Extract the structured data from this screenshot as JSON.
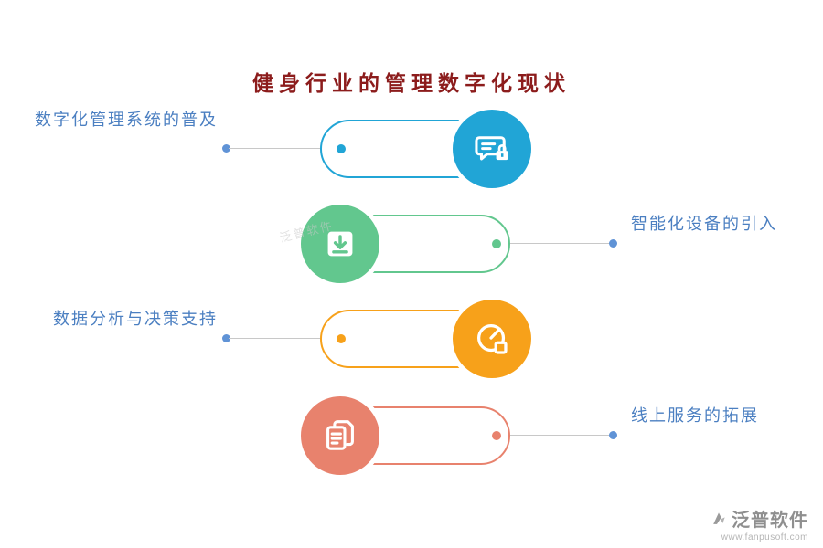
{
  "title": "健身行业的管理数字化现状",
  "title_color": "#8c1c1c",
  "label_color": "#4b7fc1",
  "connector_dot_color": "#6093d6",
  "items": [
    {
      "label": "数字化管理系统的普及",
      "color": "#21a5d6",
      "side": "left",
      "icon": "chat-lock-icon"
    },
    {
      "label": "智能化设备的引入",
      "color": "#62c78e",
      "side": "right",
      "icon": "box-download-icon"
    },
    {
      "label": "数据分析与决策支持",
      "color": "#f7a11a",
      "side": "left",
      "icon": "pie-chart-icon"
    },
    {
      "label": "线上服务的拓展",
      "color": "#e8826d",
      "side": "right",
      "icon": "documents-icon"
    }
  ],
  "watermark": "泛普软件",
  "footer": {
    "brand": "泛普软件",
    "url": "www.fanpusoft.com"
  }
}
